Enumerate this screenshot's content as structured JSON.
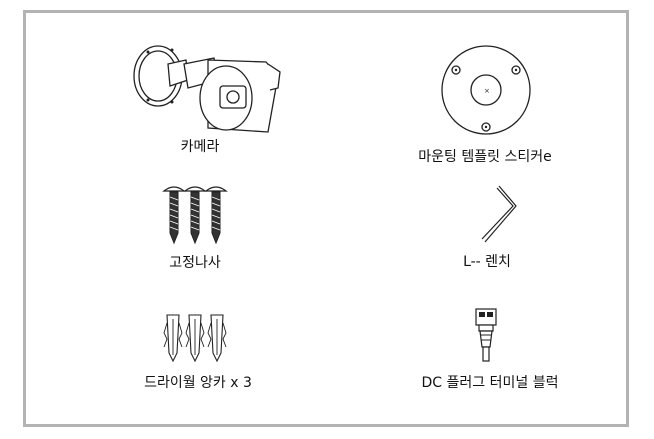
{
  "components": [
    {
      "key": "camera",
      "label": "카메라",
      "icon": "bullet-camera-icon"
    },
    {
      "key": "sticker",
      "label": "마운팅 템플릿 스티커e",
      "icon": "mounting-template-sticker-icon"
    },
    {
      "key": "screws",
      "label": "고정나사",
      "icon": "screws-icon"
    },
    {
      "key": "wrench",
      "label": "L-- 렌치",
      "icon": "l-wrench-icon"
    },
    {
      "key": "anchors",
      "label": "드라이월 앙카 x 3",
      "icon": "drywall-anchor-icon"
    },
    {
      "key": "terminal",
      "label": "DC 플러그 터미널 블럭",
      "icon": "dc-plug-terminal-block-icon"
    }
  ],
  "colors": {
    "border": "#b3b3b3",
    "line": "#222222",
    "text": "#111111"
  }
}
